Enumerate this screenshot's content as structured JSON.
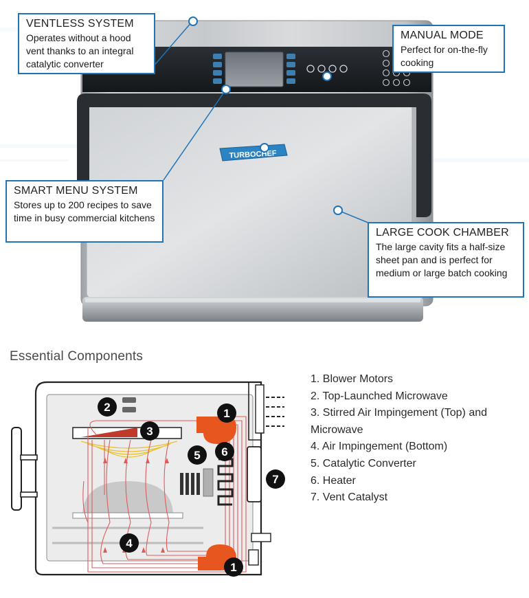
{
  "brand": {
    "logo_text": "TURBOCHEF"
  },
  "callouts": [
    {
      "id": "ventless",
      "title": "VENTLESS SYSTEM",
      "body": "Operates without a hood vent thanks to an integral catalytic converter"
    },
    {
      "id": "manual",
      "title": "MANUAL MODE",
      "body": "Perfect for on-the-fly cooking"
    },
    {
      "id": "smartmenu",
      "title": "SMART MENU SYSTEM",
      "body": "Stores up to 200 recipes to save time in busy commercial kitchens"
    },
    {
      "id": "chamber",
      "title": "LARGE COOK CHAMBER",
      "body": "The large cavity fits a half-size sheet pan and is perfect for medium or large batch cooking"
    }
  ],
  "section": {
    "title": "Essential Components"
  },
  "components": [
    "1. Blower Motors",
    "2. Top-Launched Microwave",
    "3. Stirred Air Impingement (Top) and Microwave",
    "4. Air Impingement (Bottom)",
    "5. Catalytic Converter",
    "6. Heater",
    "7. Vent Catalyst"
  ],
  "badges": [
    "1",
    "2",
    "3",
    "4",
    "5",
    "6",
    "7",
    "1"
  ],
  "colors": {
    "accent": "#1f73b7",
    "airflow": "#e05a5a",
    "blower": "#e8561f",
    "badge": "#111111"
  }
}
